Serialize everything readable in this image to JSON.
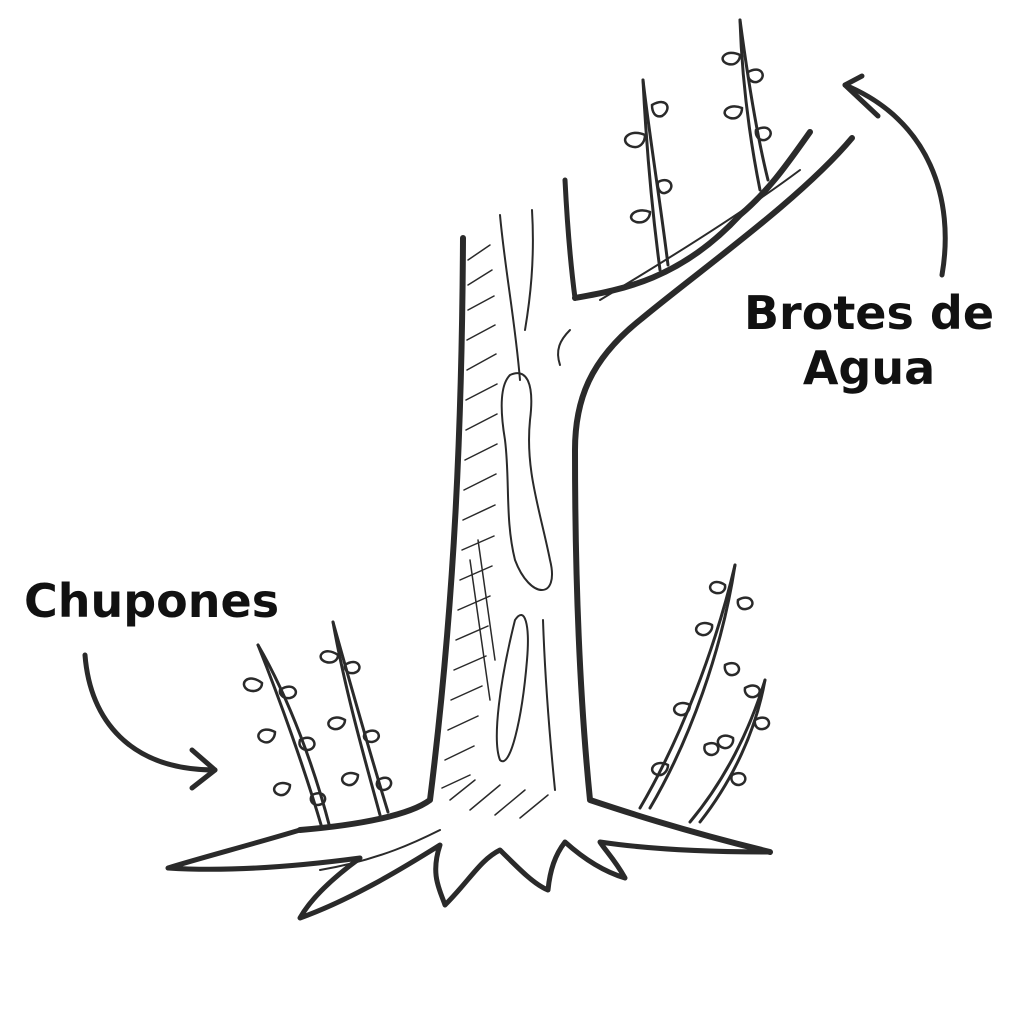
{
  "labels": {
    "water_sprouts_line1": "Brotes de",
    "water_sprouts_line2": "Agua",
    "suckers": "Chupones"
  },
  "colors": {
    "ink": "#2a2a2a",
    "background": "#ffffff"
  }
}
